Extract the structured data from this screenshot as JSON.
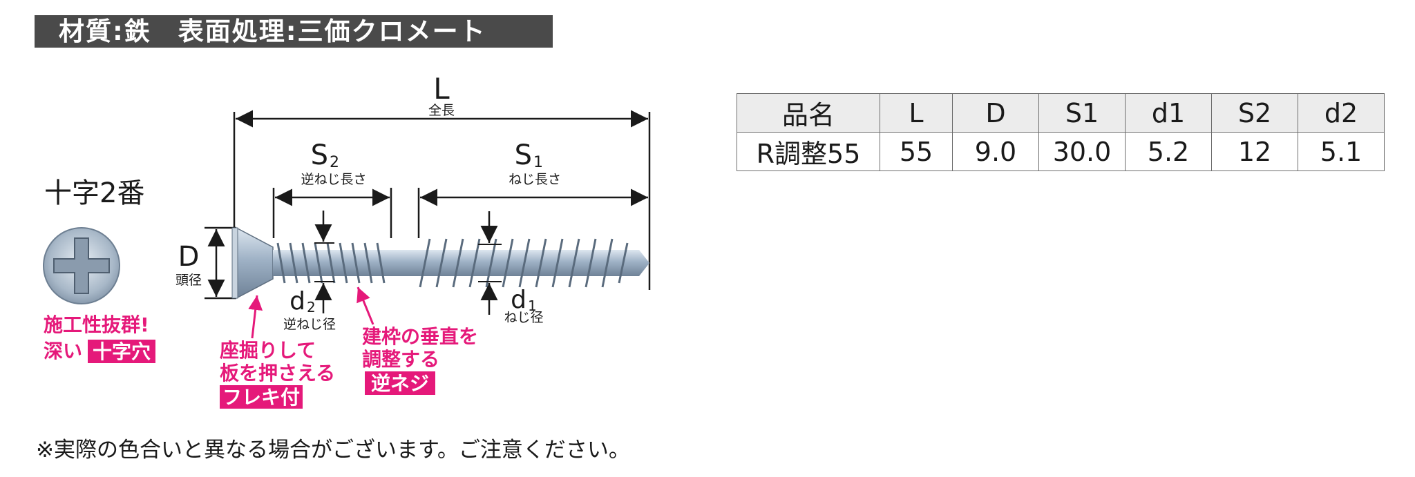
{
  "header": {
    "text": "材質:鉄　表面処理:三価クロメート"
  },
  "drawing": {
    "L": {
      "symbol": "L",
      "name": "全長"
    },
    "S2": {
      "symbol": "S",
      "sub": "2",
      "name": "逆ねじ長さ"
    },
    "S1": {
      "symbol": "S",
      "sub": "1",
      "name": "ねじ長さ"
    },
    "D": {
      "symbol": "D",
      "name": "頭径"
    },
    "d2": {
      "symbol": "d",
      "sub": "2",
      "name": "逆ねじ径"
    },
    "d1": {
      "symbol": "d",
      "sub": "1",
      "name": "ねじ径"
    },
    "drive": "十字2番",
    "callout_cross": {
      "line1": "施工性抜群!",
      "line2": "深い",
      "tag": "十字穴"
    },
    "callout_flake": {
      "line1": "座掘りして",
      "line2": "板を押さえる",
      "tag": "フレキ付"
    },
    "callout_reverse": {
      "line1": "建枠の垂直を",
      "line2": "調整する",
      "tag": "逆ネジ"
    },
    "colors": {
      "accent": "#e5197a",
      "header_bg": "#4a4a4a",
      "screw": "#b7c6d6"
    }
  },
  "table": {
    "headers": [
      "品名",
      "L",
      "D",
      "S1",
      "d1",
      "S2",
      "d2"
    ],
    "rows": [
      [
        "R調整55",
        "55",
        "9.0",
        "30.0",
        "5.2",
        "12",
        "5.1"
      ]
    ]
  },
  "note": "※実際の色合いと異なる場合がございます。ご注意ください。"
}
